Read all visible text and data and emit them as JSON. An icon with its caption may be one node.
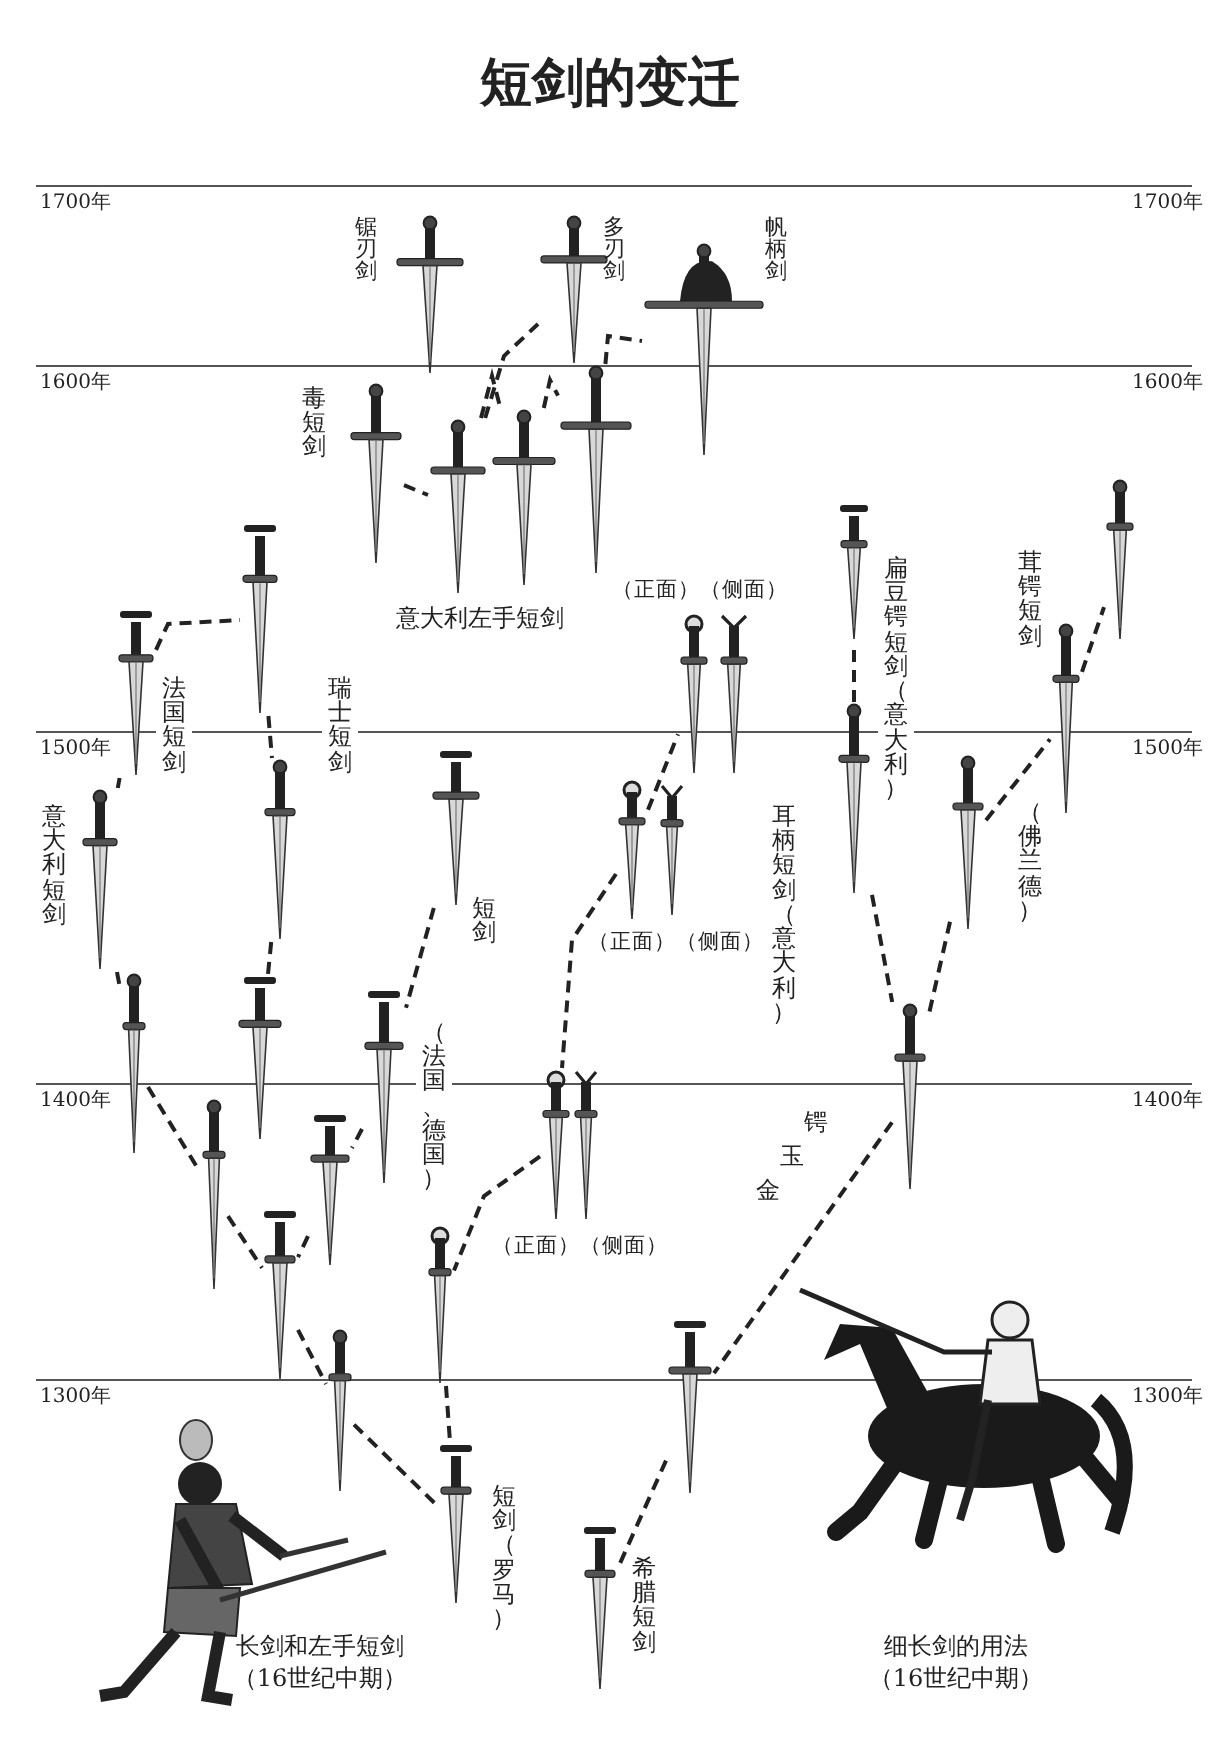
{
  "diagram": {
    "title": "短剑的变迁",
    "nodes": [
      {
        "text": [],
        "shape": "picture"
      },
      {
        "text": [],
        "shape": "picture"
      },
      {
        "text": [],
        "shape": "picture"
      },
      {
        "text": [],
        "shape": "picture"
      },
      {
        "text": [],
        "shape": "picture"
      },
      {
        "text": [],
        "shape": "picture"
      },
      {
        "text": [],
        "shape": "picture"
      },
      {
        "text": [],
        "shape": "picture"
      },
      {
        "text": [],
        "shape": "picture"
      },
      {
        "text": [],
        "shape": "picture"
      },
      {
        "text": [],
        "shape": "picture"
      },
      {
        "text": [],
        "shape": "picture"
      },
      {
        "text": [],
        "shape": "picture"
      },
      {
        "text": [],
        "shape": "picture"
      },
      {
        "text": [],
        "shape": "picture"
      },
      {
        "text": [],
        "shape": "picture"
      },
      {
        "text": [],
        "shape": "picture"
      },
      {
        "text": [],
        "shape": "picture"
      },
      {
        "text": [],
        "shape": "picture"
      },
      {
        "text": [],
        "shape": "picture"
      },
      {
        "text": [],
        "shape": "picture"
      },
      {
        "text": [],
        "shape": "picture"
      },
      {
        "text": [],
        "shape": "picture"
      },
      {
        "text": [],
        "shape": "picture"
      },
      {
        "text": [],
        "shape": "picture"
      },
      {
        "text": [],
        "shape": "picture"
      },
      {
        "text": [],
        "shape": "picture"
      },
      {
        "text": [],
        "shape": "picture"
      },
      {
        "text": [],
        "shape": "picture"
      },
      {
        "text": [],
        "shape": "picture"
      },
      {
        "text": [],
        "shape": "picture"
      },
      {
        "text": [],
        "shape": "picture"
      },
      {
        "text": [],
        "shape": "picture"
      },
      {
        "text": [],
        "shape": "picture"
      },
      {
        "text": [],
        "shape": "picture"
      }
    ],
    "edges": [
      {
        "from": 3,
        "to": 4,
        "arrow": "none",
        "style": "dashed"
      },
      {
        "from": 4,
        "to": 1,
        "arrow": "none",
        "style": "dashed"
      },
      {
        "from": 4,
        "to": 5,
        "arrow": "none",
        "style": "dashed"
      },
      {
        "from": 5,
        "to": 6,
        "arrow": "none",
        "style": "dashed"
      },
      {
        "from": 6,
        "to": 2,
        "arrow": "none",
        "style": "dashed"
      },
      {
        "from": 7,
        "to": 8,
        "arrow": "none",
        "style": "dashed"
      },
      {
        "from": 10,
        "to": 7,
        "arrow": "none",
        "style": "dashed"
      },
      {
        "from": 8,
        "to": 9,
        "arrow": "none",
        "style": "dashed"
      },
      {
        "from": 9,
        "to": 13,
        "arrow": "none",
        "style": "dashed"
      },
      {
        "from": 10,
        "to": 12,
        "arrow": "none",
        "style": "dashed"
      },
      {
        "from": 11,
        "to": 14,
        "arrow": "none",
        "style": "dashed"
      },
      {
        "from": 12,
        "to": 15,
        "arrow": "none",
        "style": "dashed"
      },
      {
        "from": 15,
        "to": 16,
        "arrow": "none",
        "style": "dashed"
      },
      {
        "from": 14,
        "to": 17,
        "arrow": "none",
        "style": "dashed"
      },
      {
        "from": 17,
        "to": 16,
        "arrow": "none",
        "style": "dashed"
      },
      {
        "from": 16,
        "to": 19,
        "arrow": "none",
        "style": "dashed"
      },
      {
        "from": 19,
        "to": 20,
        "arrow": "none",
        "style": "dashed"
      },
      {
        "from": 18,
        "to": 20,
        "arrow": "none",
        "style": "dashed"
      },
      {
        "from": 27,
        "to": 18,
        "arrow": "none",
        "style": "dashed"
      },
      {
        "from": 25,
        "to": 27,
        "arrow": "none",
        "style": "dashed"
      },
      {
        "from": 25,
        "to": 23,
        "arrow": "none",
        "style": "dashed"
      },
      {
        "from": 30,
        "to": 29,
        "arrow": "none",
        "style": "dashed"
      },
      {
        "from": 30,
        "to": 34,
        "arrow": "none",
        "style": "dashed"
      },
      {
        "from": 31,
        "to": 34,
        "arrow": "none",
        "style": "dashed"
      },
      {
        "from": 31,
        "to": 32,
        "arrow": "none",
        "style": "dashed"
      },
      {
        "from": 32,
        "to": 33,
        "arrow": "none",
        "style": "dashed"
      },
      {
        "from": 34,
        "to": 22,
        "arrow": "none",
        "style": "dashed"
      },
      {
        "from": 22,
        "to": 21,
        "arrow": "none",
        "style": "dashed"
      }
    ],
    "labels": [
      "1700年",
      "1700年",
      "锯刃剑",
      "多刃剑",
      "帆柄剑",
      "1600年",
      "1600年",
      "毒短剑",
      "意大利左手短剑",
      "（正面）（侧面）",
      "扁豆锷短剑（意大利）",
      "茸锷短剑",
      "法国短剑",
      "瑞士短剑",
      "1500年",
      "1500年",
      "意大利短剑",
      "耳柄短剑（意大利）",
      "（佛兰德）",
      "（正面）（侧面）",
      "短剑",
      "（法国、德国）",
      "1400年",
      "1400年",
      "锷",
      "玉",
      "金",
      "（正面）（侧面）",
      "1300年",
      "1300年",
      "短剑（罗马）",
      "希腊短剑",
      "长剑和左手短剑（16世纪中期）",
      "细长剑的用法（16世纪中期）"
    ]
  }
}
